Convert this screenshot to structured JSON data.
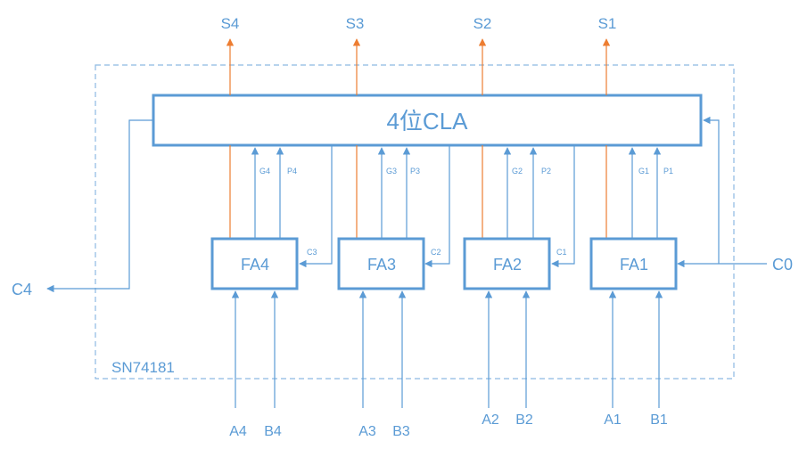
{
  "chip_label": "SN74181",
  "cla": {
    "label": "4位CLA"
  },
  "adders": [
    {
      "label": "FA4",
      "carry_in": "C3",
      "gen": "G4",
      "prop": "P4",
      "in_a": "A4",
      "in_b": "B4",
      "sum": "S4"
    },
    {
      "label": "FA3",
      "carry_in": "C2",
      "gen": "G3",
      "prop": "P3",
      "in_a": "A3",
      "in_b": "B3",
      "sum": "S3"
    },
    {
      "label": "FA2",
      "carry_in": "C1",
      "gen": "G2",
      "prop": "P2",
      "in_a": "A2",
      "in_b": "B2",
      "sum": "S2"
    },
    {
      "label": "FA1",
      "carry_in": "C0",
      "gen": "G1",
      "prop": "P1",
      "in_a": "A1",
      "in_b": "B1",
      "sum": "S1"
    }
  ],
  "carry_out": "C4",
  "colors": {
    "line": "#5b9bd5",
    "output_arrow": "#ed7d31"
  }
}
